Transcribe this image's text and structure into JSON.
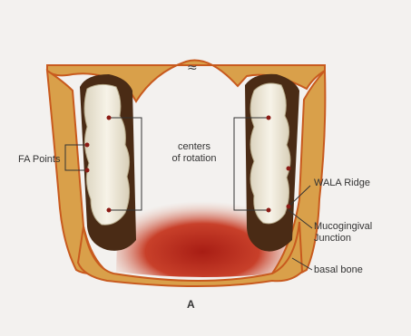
{
  "labels": {
    "fa_points": "FA Points",
    "centers_line1": "centers",
    "centers_line2": "of rotation",
    "wala_ridge": "WALA Ridge",
    "mucogingival_line1": "Mucogingival",
    "mucogingival_line2": "Junction",
    "basal_bone": "basal bone",
    "figure_letter": "A",
    "break_mark": "≈"
  },
  "colors": {
    "background": "#f3f1ef",
    "bone": "#d9a04a",
    "bone_outline": "#c85a1e",
    "tooth": "#f4efe2",
    "tooth_shadow": "#4a2b15",
    "tissue_red": "#b8241a",
    "marker": "#8b1a14"
  }
}
